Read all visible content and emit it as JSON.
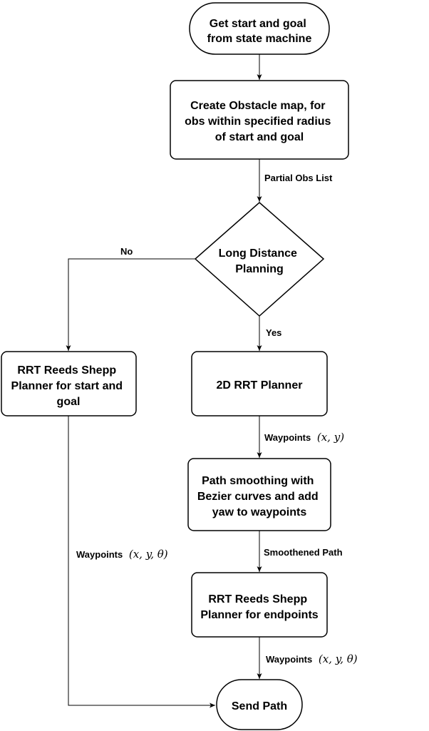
{
  "nodes": {
    "start": {
      "lines": [
        "Get start and goal",
        "from state machine"
      ]
    },
    "obstacle_map": {
      "lines": [
        "Create Obstacle map, for",
        "obs within specified radius",
        "of start and goal"
      ]
    },
    "decision": {
      "lines": [
        "Long Distance",
        "Planning"
      ]
    },
    "rrt_reeds_shepp_start_goal": {
      "lines": [
        "RRT Reeds Shepp",
        "Planner for start and",
        "goal"
      ]
    },
    "rrt_2d": {
      "lines": [
        "2D RRT Planner"
      ]
    },
    "path_smoothing": {
      "lines": [
        "Path smoothing with",
        "Bezier curves and add",
        "yaw to waypoints"
      ]
    },
    "rrt_reeds_shepp_endpoints": {
      "lines": [
        "RRT Reeds Shepp",
        "Planner for endpoints"
      ]
    },
    "send_path": {
      "lines": [
        "Send Path"
      ]
    }
  },
  "edges": {
    "partial_obs": {
      "label": "Partial Obs List"
    },
    "no": {
      "label": "No"
    },
    "yes": {
      "label": "Yes"
    },
    "waypoints_xy": {
      "label": "Waypoints",
      "math": "(x, y)"
    },
    "smoothened": {
      "label": "Smoothened Path"
    },
    "waypoints_xytheta_right": {
      "label": "Waypoints",
      "math": "(x, y, θ)"
    },
    "waypoints_xytheta_left": {
      "label": "Waypoints",
      "math": "(x, y, θ)"
    }
  }
}
